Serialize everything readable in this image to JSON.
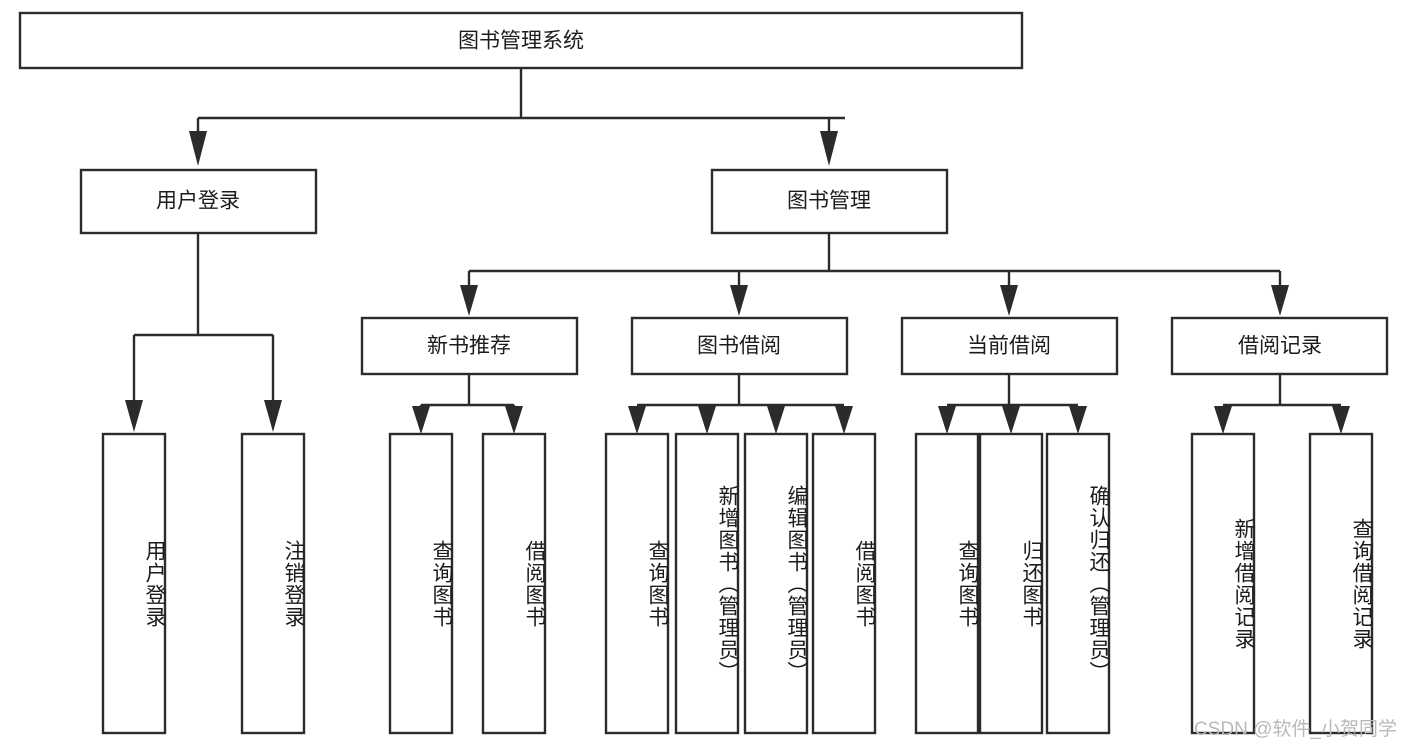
{
  "diagram": {
    "type": "tree-hierarchy",
    "title": "图书管理系统功能结构图",
    "orientation": "top-down",
    "root": {
      "id": "root",
      "label": "图书管理系统",
      "text_orientation": "horizontal"
    },
    "level2": [
      {
        "id": "user-login",
        "label": "用户登录",
        "text_orientation": "horizontal"
      },
      {
        "id": "book-manage",
        "label": "图书管理",
        "text_orientation": "horizontal"
      }
    ],
    "level3": [
      {
        "id": "new-book-rec",
        "label": "新书推荐",
        "parent": "book-manage",
        "text_orientation": "horizontal"
      },
      {
        "id": "book-borrow",
        "label": "图书借阅",
        "parent": "book-manage",
        "text_orientation": "horizontal"
      },
      {
        "id": "current-borrow",
        "label": "当前借阅",
        "parent": "book-manage",
        "text_orientation": "horizontal"
      },
      {
        "id": "borrow-record",
        "label": "借阅记录",
        "parent": "book-manage",
        "text_orientation": "horizontal"
      }
    ],
    "leaves": [
      {
        "id": "leaf-user-login",
        "label": "用户登录",
        "parent": "user-login",
        "text_orientation": "vertical"
      },
      {
        "id": "leaf-logout",
        "label": "注销登录",
        "parent": "user-login",
        "text_orientation": "vertical"
      },
      {
        "id": "leaf-query-book-1",
        "label": "查询图书",
        "parent": "new-book-rec",
        "text_orientation": "vertical"
      },
      {
        "id": "leaf-borrow-book-1",
        "label": "借阅图书",
        "parent": "new-book-rec",
        "text_orientation": "vertical"
      },
      {
        "id": "leaf-query-book-2",
        "label": "查询图书",
        "parent": "book-borrow",
        "text_orientation": "vertical"
      },
      {
        "id": "leaf-add-book",
        "label": "新增图书（管理员）",
        "parent": "book-borrow",
        "text_orientation": "vertical"
      },
      {
        "id": "leaf-edit-book",
        "label": "编辑图书（管理员）",
        "parent": "book-borrow",
        "text_orientation": "vertical"
      },
      {
        "id": "leaf-borrow-book-2",
        "label": "借阅图书",
        "parent": "book-borrow",
        "text_orientation": "vertical"
      },
      {
        "id": "leaf-query-book-3",
        "label": "查询图书",
        "parent": "current-borrow",
        "text_orientation": "vertical"
      },
      {
        "id": "leaf-return-book",
        "label": "归还图书",
        "parent": "current-borrow",
        "text_orientation": "vertical"
      },
      {
        "id": "leaf-confirm-return",
        "label": "确认归还（管理员）",
        "parent": "current-borrow",
        "text_orientation": "vertical"
      },
      {
        "id": "leaf-add-record",
        "label": "新增借阅记录",
        "parent": "borrow-record",
        "text_orientation": "vertical"
      },
      {
        "id": "leaf-query-record",
        "label": "查询借阅记录",
        "parent": "borrow-record",
        "text_orientation": "vertical"
      }
    ],
    "colors": {
      "box_stroke": "#2b2b2b",
      "box_fill": "#ffffff",
      "text": "#1c1c1c",
      "connector": "#2b2b2b",
      "watermark": "#b9b9b9",
      "background": "#ffffff"
    }
  },
  "watermark": {
    "text": "CSDN @软件_小贺同学"
  }
}
